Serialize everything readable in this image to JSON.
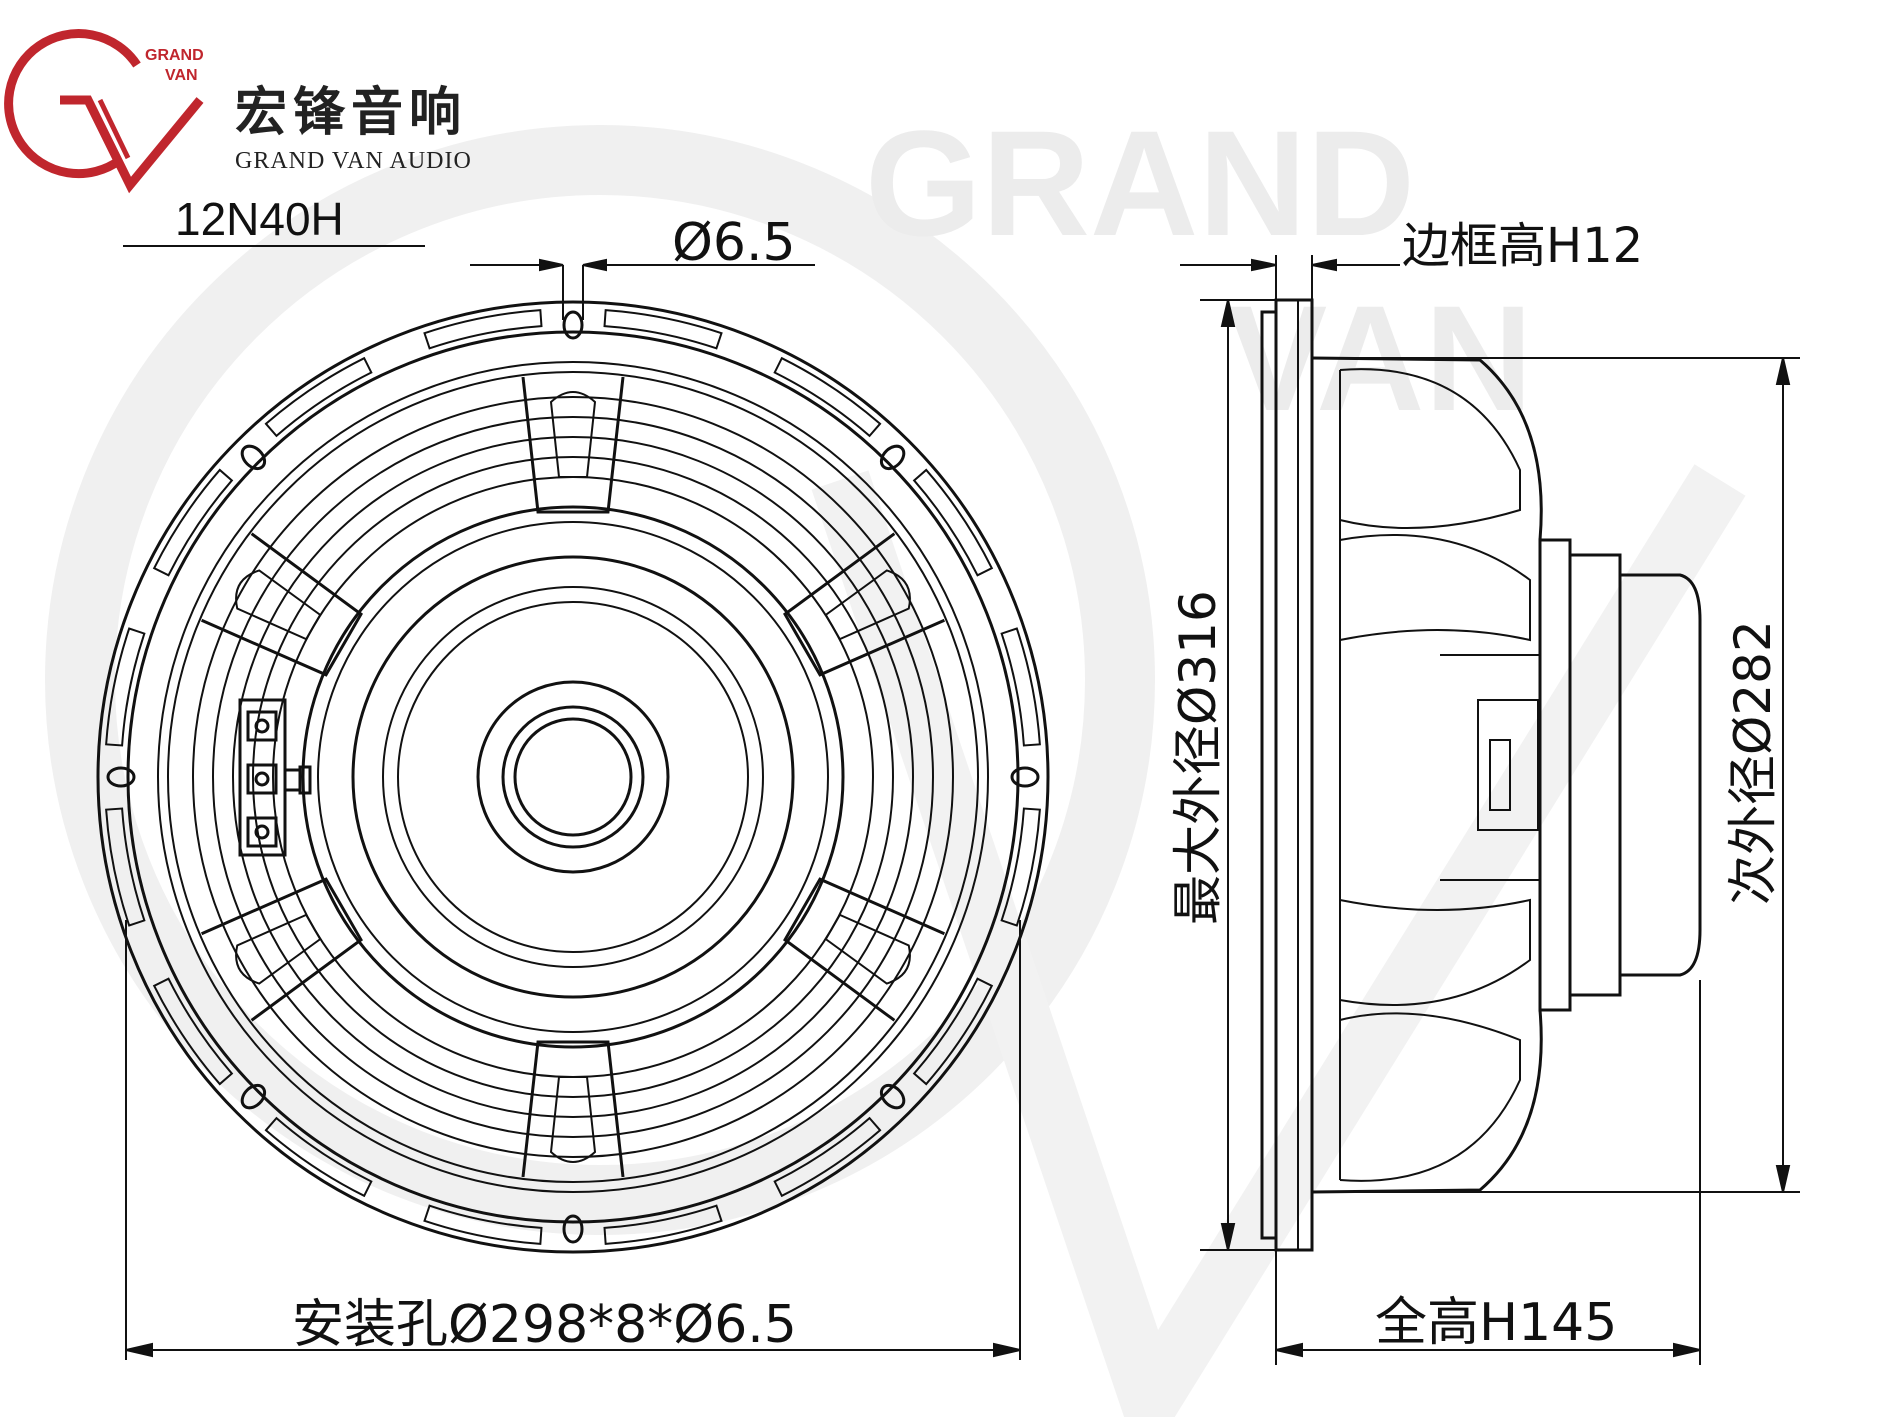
{
  "brand": {
    "logo_text_top": "GRAND",
    "logo_text_bottom": "VAN",
    "name_cn": "宏锋音响",
    "name_en": "GRAND VAN AUDIO",
    "accent_color": "#c0262d"
  },
  "model": "12N40H",
  "watermark": {
    "line1": "GRAND",
    "line2": "VAN"
  },
  "dimensions": {
    "hole_diameter": "Ø6.5",
    "frame_height": "边框高H12",
    "max_outer_diameter": "最大外径Ø316",
    "secondary_outer_diameter": "次外径Ø282",
    "mounting_holes": "安装孔Ø298*8*Ø6.5",
    "overall_height": "全高H145"
  },
  "colors": {
    "line": "#111111",
    "watermark": "#ebebeb"
  }
}
